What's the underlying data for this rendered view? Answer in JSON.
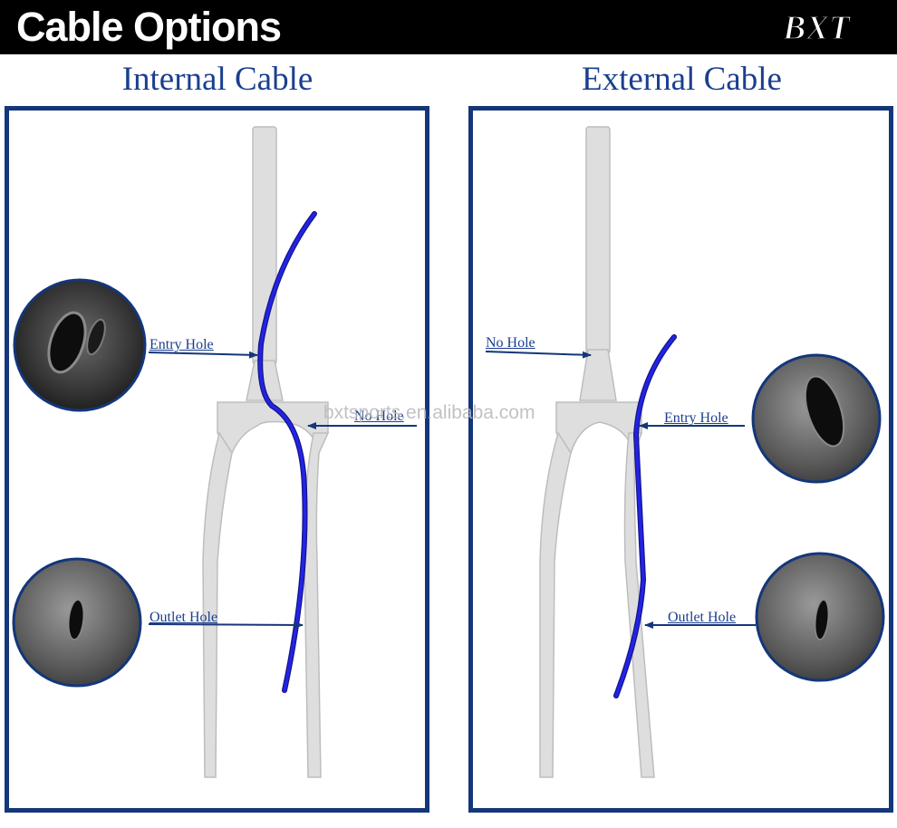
{
  "header": {
    "title": "Cable Options",
    "logo_text": "BXT"
  },
  "internal": {
    "title": "Internal Cable",
    "labels": {
      "entry": "Entry Hole",
      "no_hole": "No Hole",
      "outlet": "Outlet  Hole"
    }
  },
  "external": {
    "title": "External Cable",
    "labels": {
      "no_hole": "No Hole",
      "entry": "Entry Hole",
      "outlet": "Outlet  Hole"
    }
  },
  "watermark": "bxtsports.en.alibaba.com",
  "colors": {
    "border": "#14367a",
    "text": "#1b3f8f",
    "cable": "#1a1ad8",
    "fork": "#d9d9d9"
  }
}
